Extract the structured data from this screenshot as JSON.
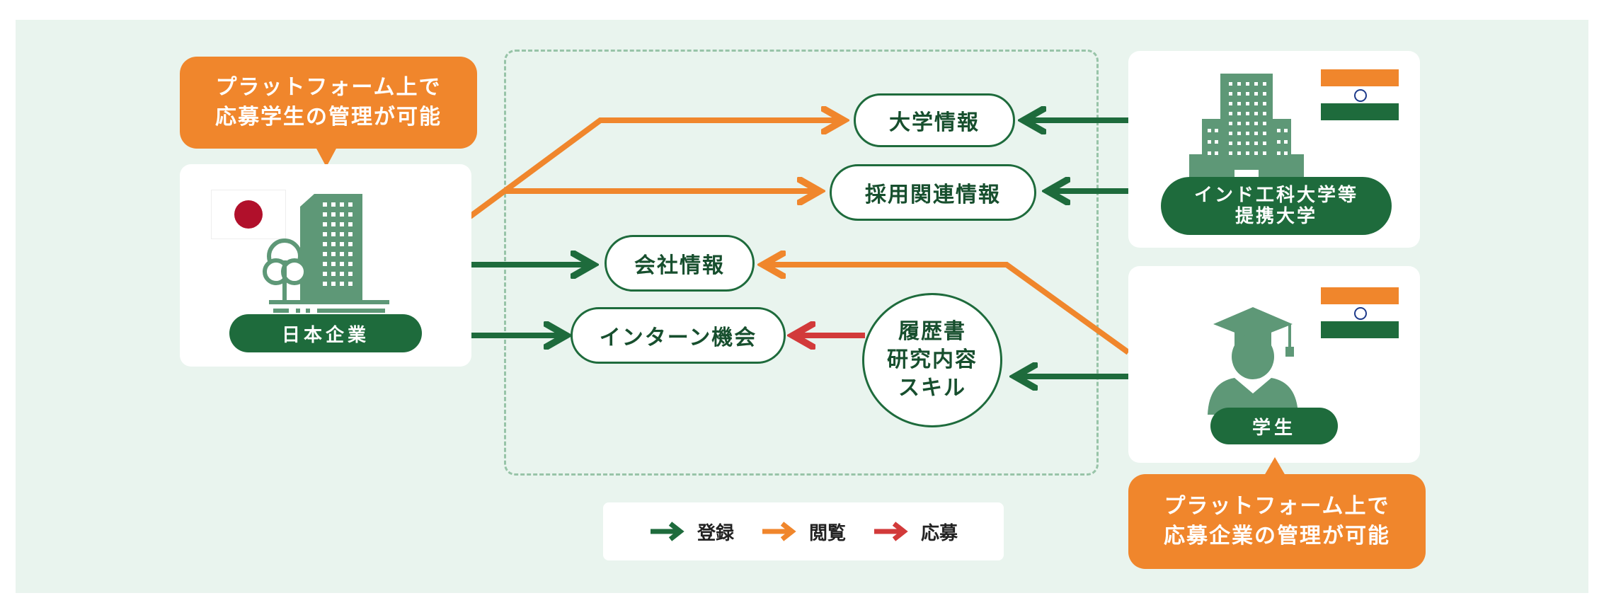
{
  "colors": {
    "register": "#1e6b3c",
    "browse": "#f0862c",
    "apply": "#d23a3a",
    "background": "#e9f4ee",
    "icon_green": "#5e9877"
  },
  "nodes": {
    "university_info": "大学情報",
    "recruit_info": "採用関連情報",
    "company_info": "会社情報",
    "intern_opportunity": "インターン機会",
    "resume_lines": [
      "履歴書",
      "研究内容",
      "スキル"
    ]
  },
  "actors": {
    "company": {
      "label": "日本企業",
      "flag": "japan-flag",
      "icon": "office-building-icon"
    },
    "university": {
      "label_lines": [
        "インド工科大学等",
        "提携大学"
      ],
      "flag": "india-flag",
      "icon": "campus-building-icon"
    },
    "student": {
      "label": "学生",
      "flag": "india-flag",
      "icon": "graduate-student-icon"
    }
  },
  "callouts": {
    "company": [
      "プラットフォーム上で",
      "応募学生の管理が可能"
    ],
    "student": [
      "プラットフォーム上で",
      "応募企業の管理が可能"
    ]
  },
  "legend": [
    {
      "label": "登録",
      "color": "#1e6b3c",
      "icon": "green-arrow-icon"
    },
    {
      "label": "閲覧",
      "color": "#f0862c",
      "icon": "orange-arrow-icon"
    },
    {
      "label": "応募",
      "color": "#d23a3a",
      "icon": "red-arrow-icon"
    }
  ]
}
